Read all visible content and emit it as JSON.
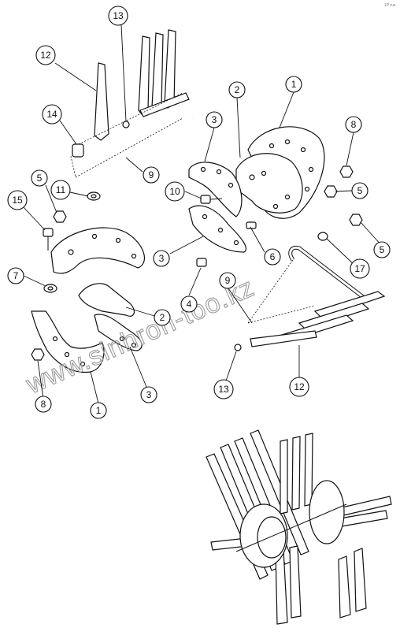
{
  "callouts": [
    {
      "id": "c1a",
      "text": "1"
    },
    {
      "id": "c2a",
      "text": "2"
    },
    {
      "id": "c3a",
      "text": "3"
    },
    {
      "id": "c8a",
      "text": "8"
    },
    {
      "id": "c5a",
      "text": "5"
    },
    {
      "id": "c10",
      "text": "10"
    },
    {
      "id": "c6",
      "text": "6"
    },
    {
      "id": "c3b",
      "text": "3"
    },
    {
      "id": "c12a",
      "text": "12"
    },
    {
      "id": "c13a",
      "text": "13"
    },
    {
      "id": "c14",
      "text": "14"
    },
    {
      "id": "c9a",
      "text": "9"
    },
    {
      "id": "c5b",
      "text": "5"
    },
    {
      "id": "c11",
      "text": "11"
    },
    {
      "id": "c15",
      "text": "15"
    },
    {
      "id": "c7",
      "text": "7"
    },
    {
      "id": "c4",
      "text": "4"
    },
    {
      "id": "c2b",
      "text": "2"
    },
    {
      "id": "c3c",
      "text": "3"
    },
    {
      "id": "c1b",
      "text": "1"
    },
    {
      "id": "c8b",
      "text": "8"
    },
    {
      "id": "c9b",
      "text": "9"
    },
    {
      "id": "c13b",
      "text": "13"
    },
    {
      "id": "c12b",
      "text": "12"
    },
    {
      "id": "c5c",
      "text": "5"
    },
    {
      "id": "c17",
      "text": "17"
    }
  ],
  "watermark": "www.sinhron-too.kz",
  "corner_note": "1P rus"
}
